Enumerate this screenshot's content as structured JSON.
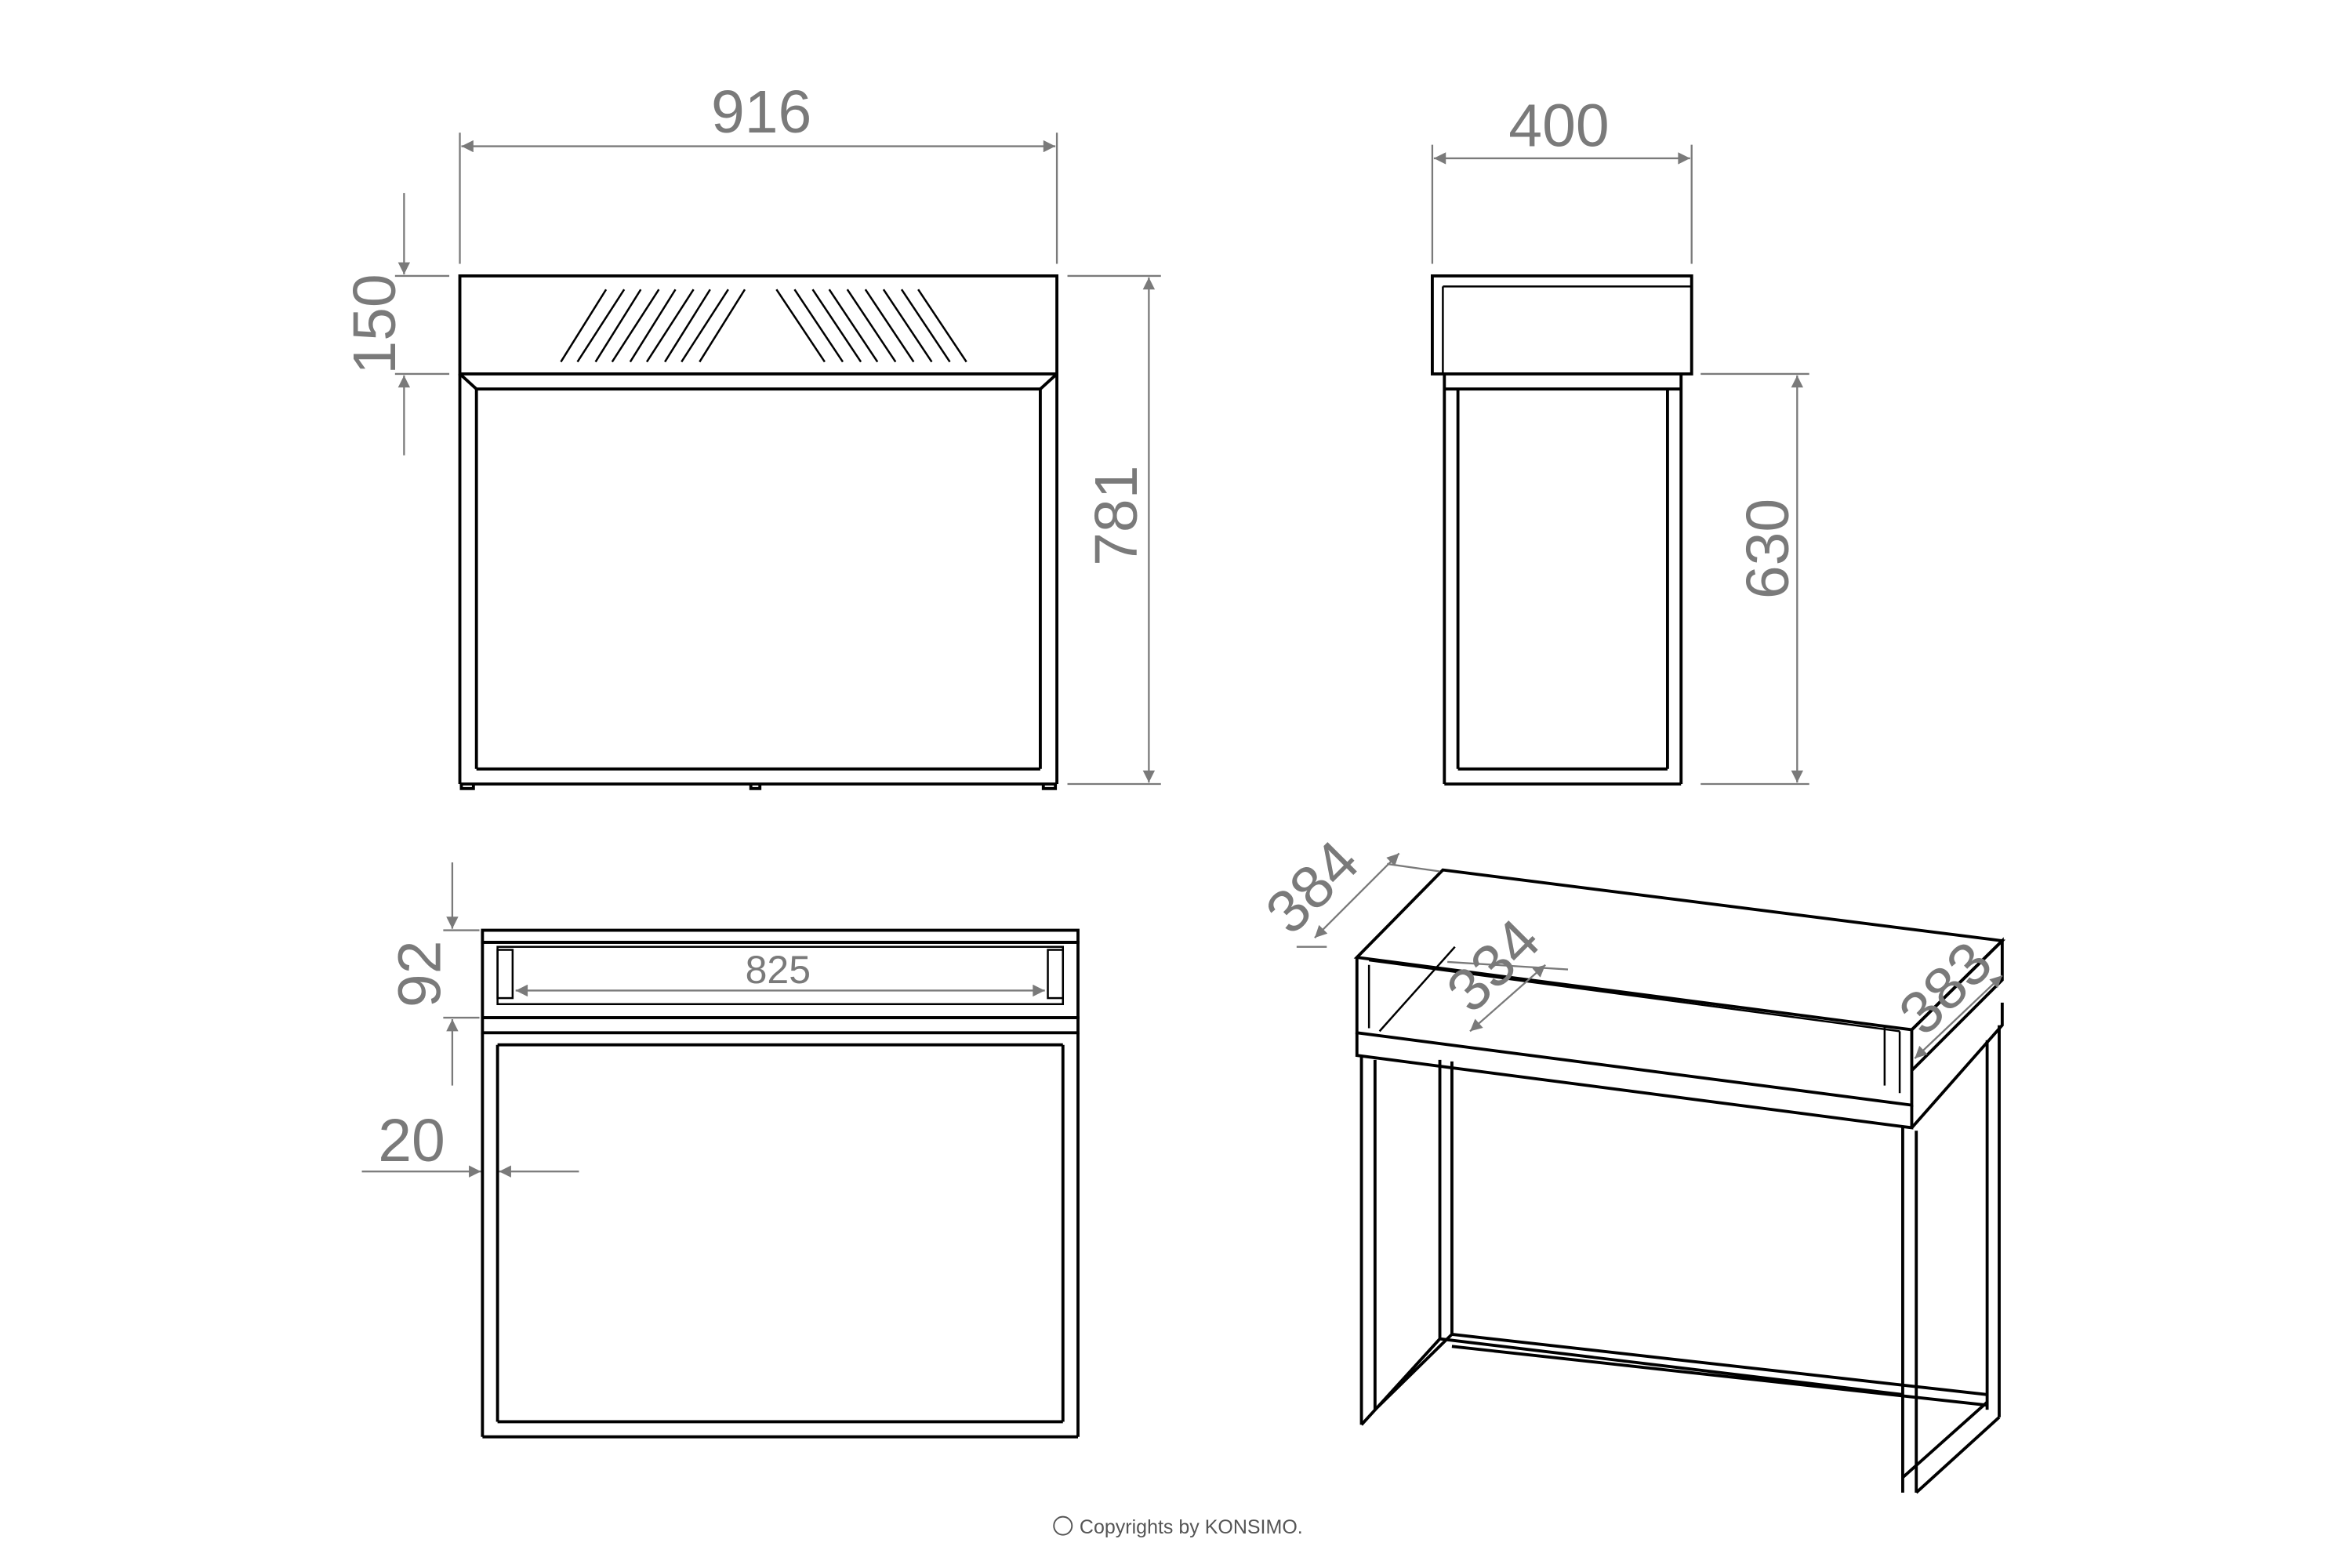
{
  "front_view": {
    "width_label": "916",
    "box_height_label": "150",
    "total_height_label": "781"
  },
  "side_view": {
    "depth_label": "400",
    "frame_height_label": "630"
  },
  "back_view": {
    "drawer_height_label": "92",
    "drawer_width_label": "825",
    "frame_thickness_label": "20"
  },
  "iso_view": {
    "top_depth_label": "384",
    "inner_depth_label": "334",
    "side_depth_label": "383"
  },
  "footer": {
    "copyright": "Copyrights by KONSIMO."
  },
  "colors": {
    "line": "#000000",
    "dimension": "#7a7a7a"
  }
}
